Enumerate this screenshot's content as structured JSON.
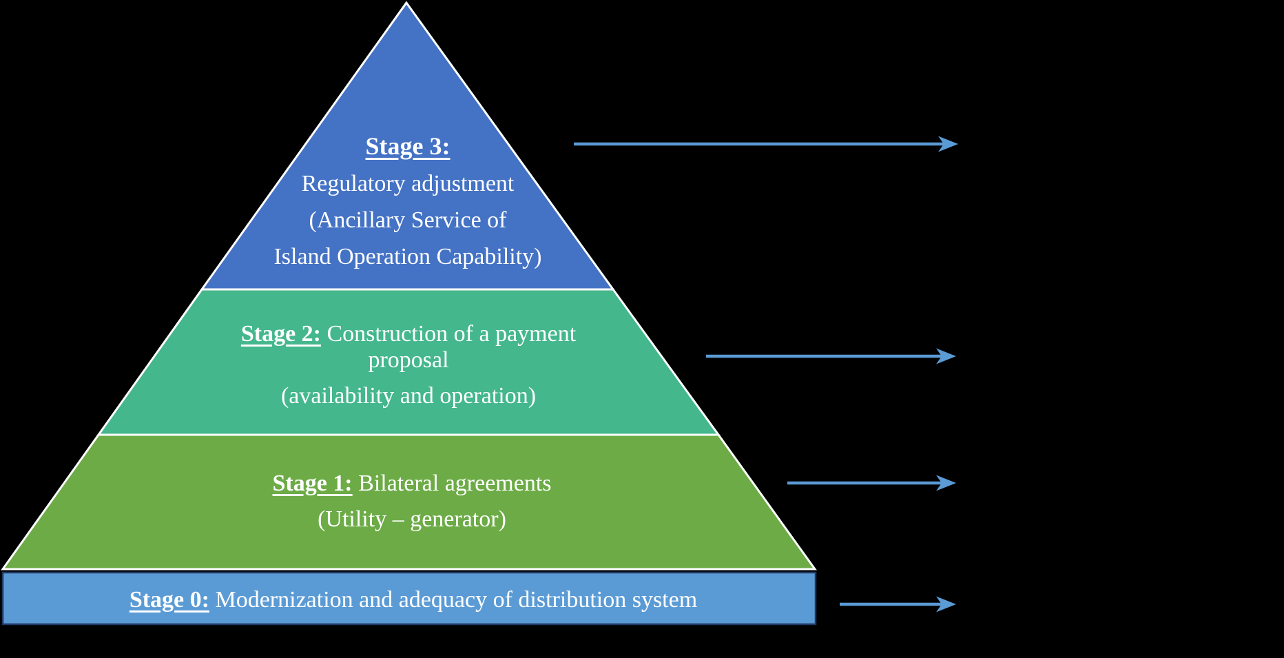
{
  "diagram": {
    "type": "staged-pyramid",
    "stages": [
      {
        "id": "stage3",
        "label": "Stage 3:",
        "lines": [
          "Regulatory adjustment",
          "(Ancillary Service of",
          "Island Operation Capability)"
        ]
      },
      {
        "id": "stage2",
        "label": "Stage 2:",
        "line1_rest": " Construction of a payment",
        "line2": "proposal",
        "line3": "(availability and operation)"
      },
      {
        "id": "stage1",
        "label": "Stage 1:",
        "line1_rest": " Bilateral agreements",
        "line2": "(Utility – generator)"
      },
      {
        "id": "stage0",
        "label": "Stage 0:",
        "line1_rest": " Modernization and adequacy of distribution system"
      }
    ],
    "icons": [
      "stage3-right-arrow-icon",
      "stage2-right-arrow-icon",
      "stage1-right-arrow-icon",
      "stage0-right-arrow-icon"
    ]
  },
  "colors": {
    "background": "#000000",
    "stage3_fill": "#4472c4",
    "stage2_fill": "#44b78c",
    "stage1_fill": "#6cab46",
    "stage0_fill": "#5b9bd5",
    "band_outline": "#ffffff",
    "bar_border": "#1f3864",
    "arrow": "#5b9bd5",
    "text": "#ffffff"
  }
}
